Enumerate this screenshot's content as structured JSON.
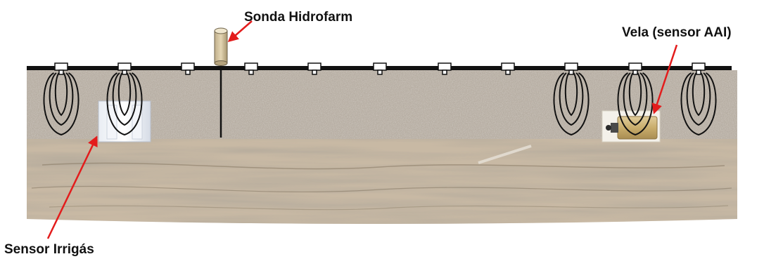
{
  "labels": {
    "sonda": "Sonda Hidrofarm",
    "vela": "Vela (sensor AAI)",
    "irrigas": "Sensor Irrigás"
  },
  "colors": {
    "arrow": "#e31c1c",
    "topsoil": "#b6ada2",
    "subsoil": "#c8b9a4",
    "drip_line": "#111111",
    "emitter": "#ffffff"
  },
  "icons": {
    "emitter": "dripper-icon",
    "wet_bulb": "wetting-bulb-icon",
    "probe": "probe-icon",
    "cup": "ceramic-cup-icon",
    "sensor": "gas-sensor-icon"
  }
}
